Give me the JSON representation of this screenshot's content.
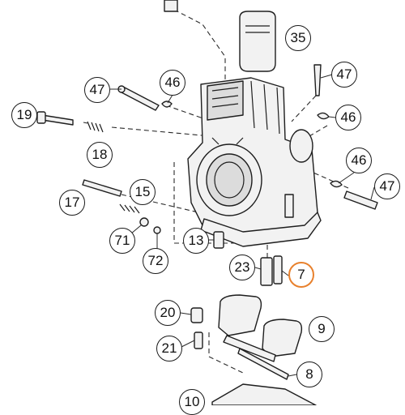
{
  "diagram": {
    "highlight_color": "#e8812d",
    "callouts": [
      {
        "id": "35",
        "label": "35",
        "highlighted": false
      },
      {
        "id": "47-left",
        "label": "47",
        "highlighted": false
      },
      {
        "id": "46-top",
        "label": "46",
        "highlighted": false
      },
      {
        "id": "47-right-top",
        "label": "47",
        "highlighted": false
      },
      {
        "id": "46-right",
        "label": "46",
        "highlighted": false
      },
      {
        "id": "19",
        "label": "19",
        "highlighted": false
      },
      {
        "id": "18",
        "label": "18",
        "highlighted": false
      },
      {
        "id": "46-lower-right",
        "label": "46",
        "highlighted": false
      },
      {
        "id": "47-right-bottom",
        "label": "47",
        "highlighted": false
      },
      {
        "id": "17",
        "label": "17",
        "highlighted": false
      },
      {
        "id": "15",
        "label": "15",
        "highlighted": false
      },
      {
        "id": "71",
        "label": "71",
        "highlighted": false
      },
      {
        "id": "72",
        "label": "72",
        "highlighted": false
      },
      {
        "id": "13",
        "label": "13",
        "highlighted": false
      },
      {
        "id": "23",
        "label": "23",
        "highlighted": false
      },
      {
        "id": "7",
        "label": "7",
        "highlighted": true
      },
      {
        "id": "20",
        "label": "20",
        "highlighted": false
      },
      {
        "id": "9",
        "label": "9",
        "highlighted": false
      },
      {
        "id": "21",
        "label": "21",
        "highlighted": false
      },
      {
        "id": "8",
        "label": "8",
        "highlighted": false
      },
      {
        "id": "10",
        "label": "10",
        "highlighted": false
      }
    ]
  }
}
